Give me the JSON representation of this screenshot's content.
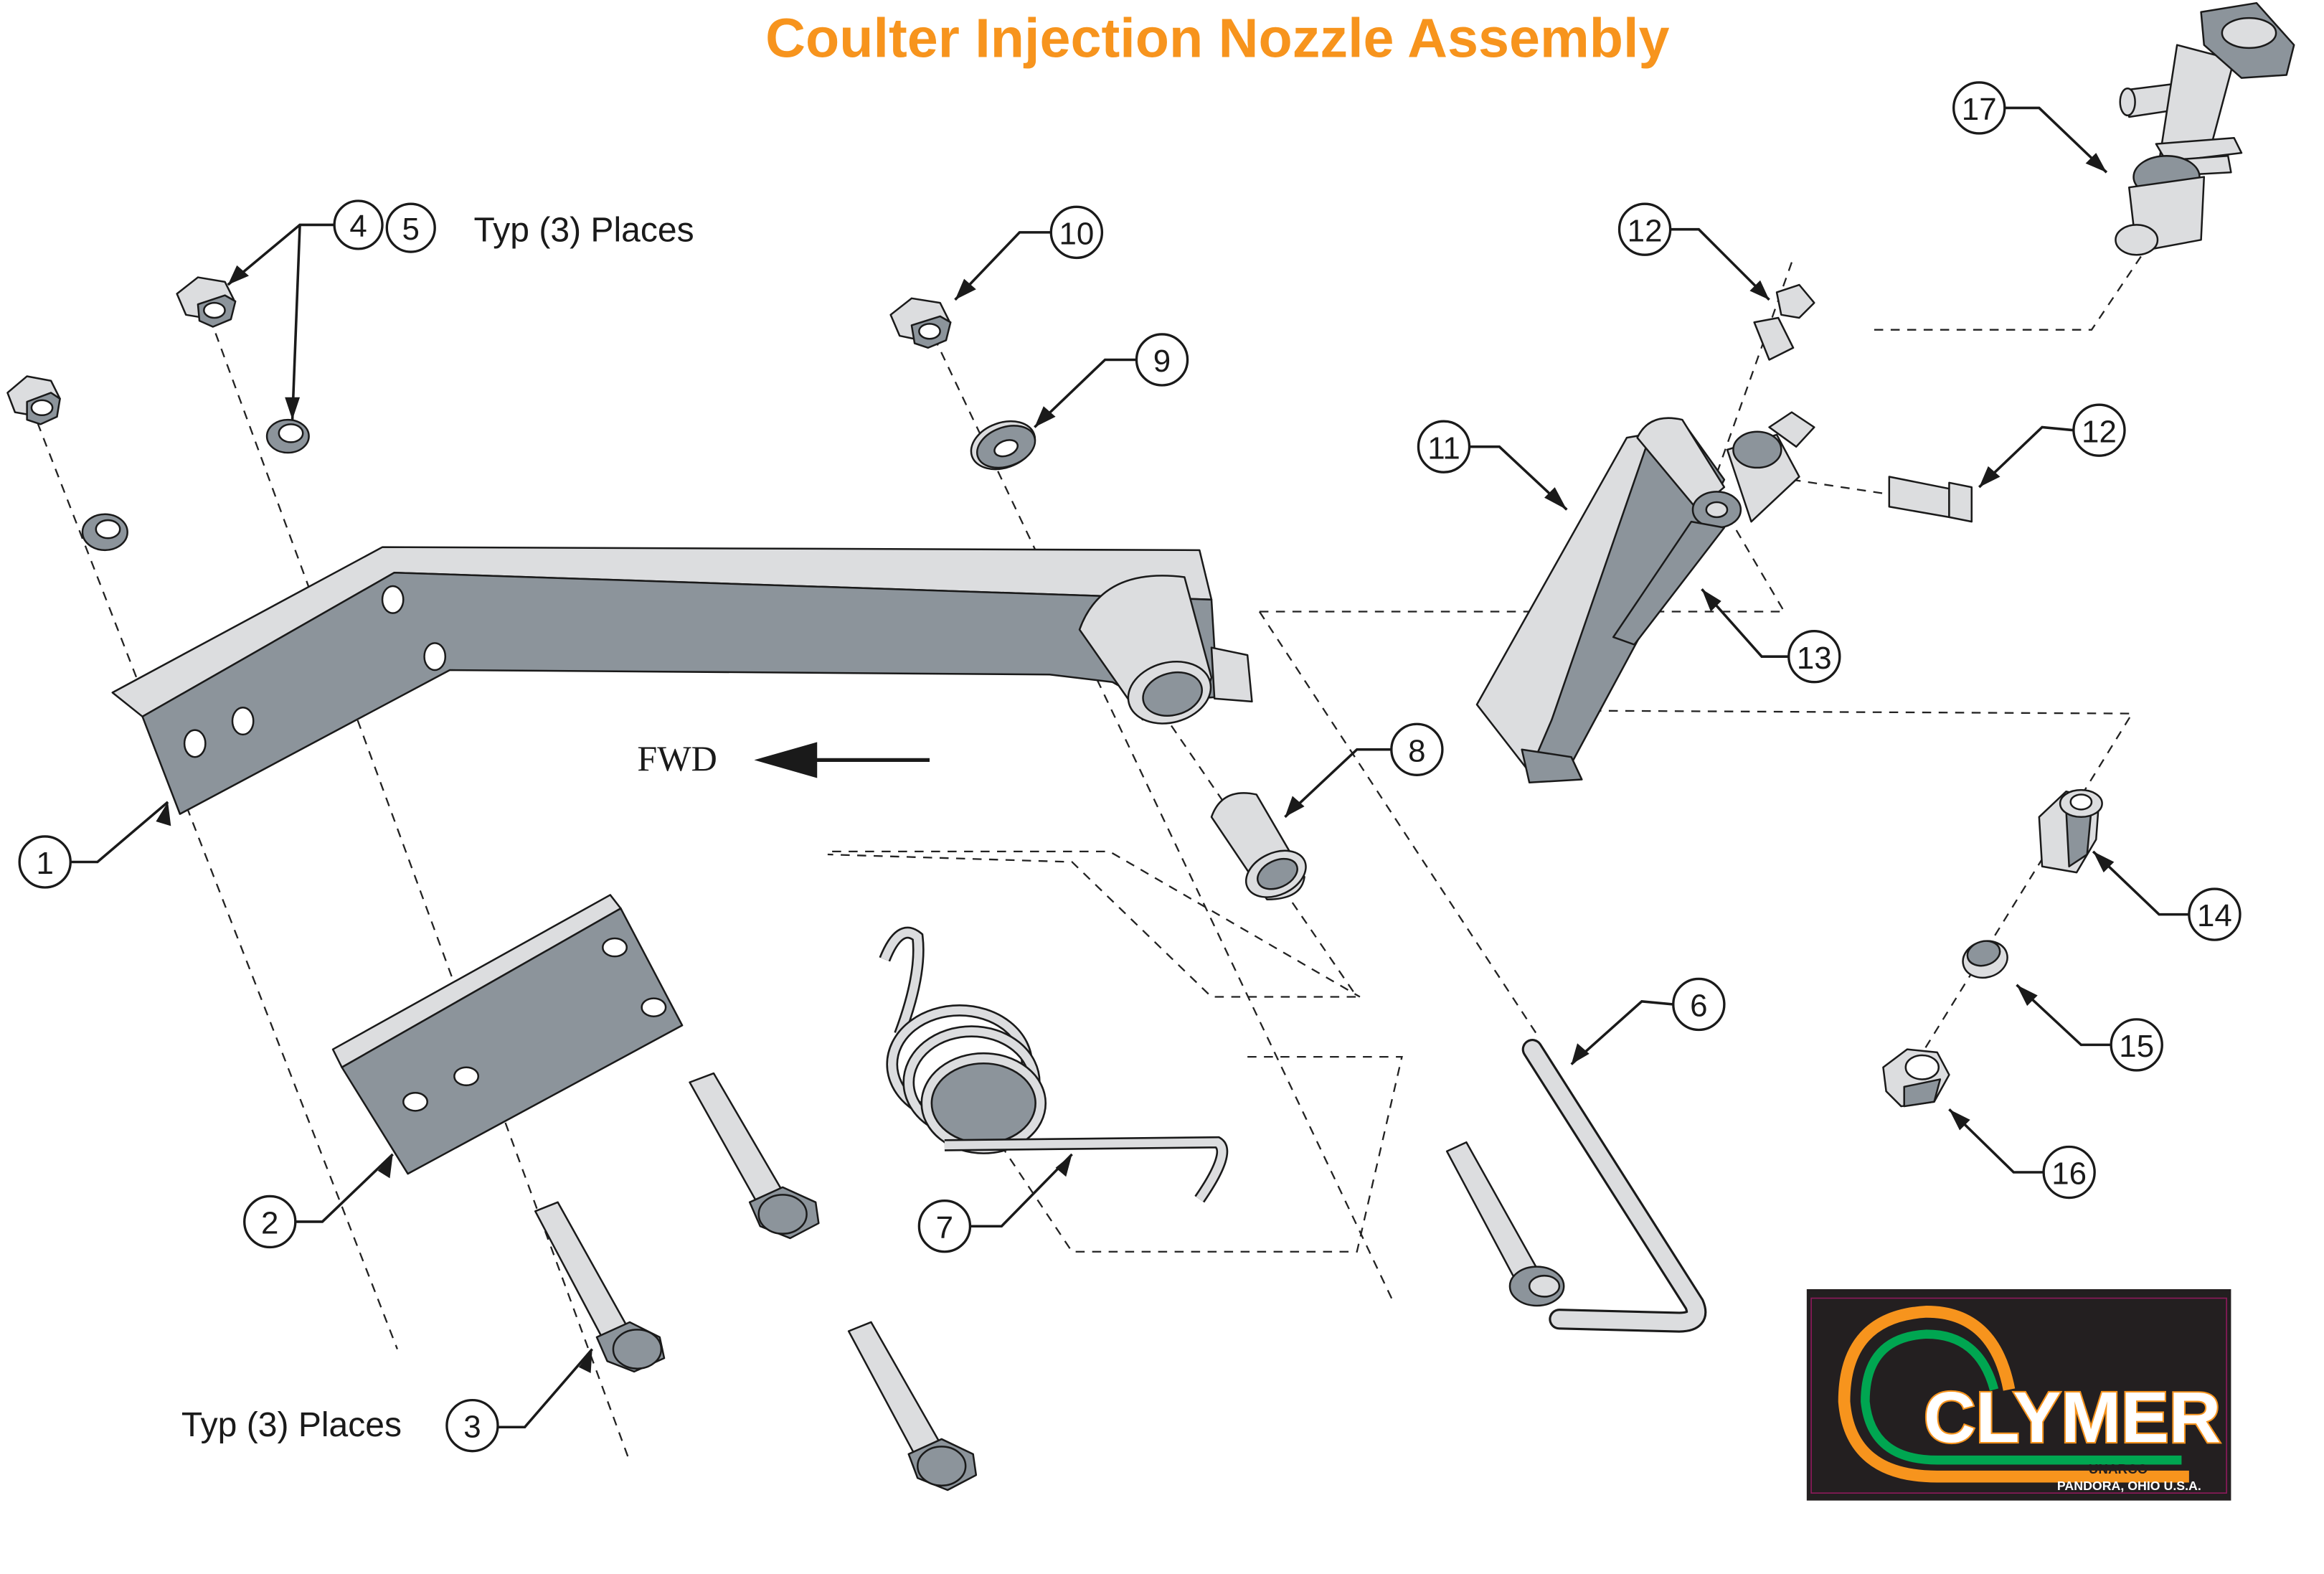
{
  "title": "Coulter Injection Nozzle Assembly",
  "colors": {
    "title": "#f7941d",
    "part_light": "#dcdddf",
    "part_dark": "#8c949b",
    "logo_bg": "#231f20",
    "logo_orange": "#f7941d",
    "logo_green": "#00a651"
  },
  "notes": {
    "top_typ": "Typ (3) Places",
    "bottom_typ": "Typ (3) Places",
    "direction": "FWD"
  },
  "callouts": [
    {
      "id": "1"
    },
    {
      "id": "2"
    },
    {
      "id": "3"
    },
    {
      "id": "4"
    },
    {
      "id": "5"
    },
    {
      "id": "6"
    },
    {
      "id": "7"
    },
    {
      "id": "8"
    },
    {
      "id": "9"
    },
    {
      "id": "10"
    },
    {
      "id": "11"
    },
    {
      "id": "12"
    },
    {
      "id": "12"
    },
    {
      "id": "13"
    },
    {
      "id": "14"
    },
    {
      "id": "15"
    },
    {
      "id": "16"
    },
    {
      "id": "17"
    }
  ],
  "logo": {
    "brand": "CLYMER",
    "sub": "UNARCO",
    "location": "PANDORA, OHIO U.S.A."
  }
}
